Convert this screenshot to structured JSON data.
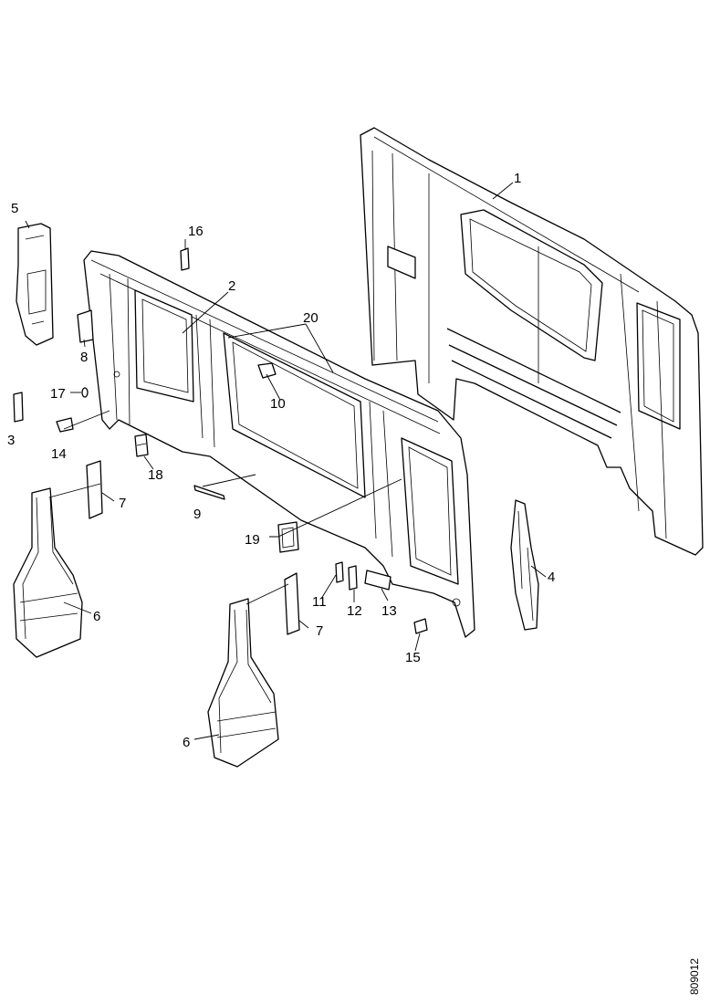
{
  "callouts": [
    {
      "id": "c1",
      "text": "1"
    },
    {
      "id": "c2",
      "text": "2"
    },
    {
      "id": "c3",
      "text": "3"
    },
    {
      "id": "c4",
      "text": "4"
    },
    {
      "id": "c5",
      "text": "5"
    },
    {
      "id": "c6a",
      "text": "6"
    },
    {
      "id": "c6b",
      "text": "6"
    },
    {
      "id": "c7a",
      "text": "7"
    },
    {
      "id": "c7b",
      "text": "7"
    },
    {
      "id": "c8",
      "text": "8"
    },
    {
      "id": "c9",
      "text": "9"
    },
    {
      "id": "c10",
      "text": "10"
    },
    {
      "id": "c11",
      "text": "11"
    },
    {
      "id": "c12",
      "text": "12"
    },
    {
      "id": "c13",
      "text": "13"
    },
    {
      "id": "c14",
      "text": "14"
    },
    {
      "id": "c15",
      "text": "15"
    },
    {
      "id": "c16",
      "text": "16"
    },
    {
      "id": "c17",
      "text": "17"
    },
    {
      "id": "c18",
      "text": "18"
    },
    {
      "id": "c19",
      "text": "19"
    },
    {
      "id": "c20",
      "text": "20"
    }
  ],
  "drawing_id": "809012"
}
